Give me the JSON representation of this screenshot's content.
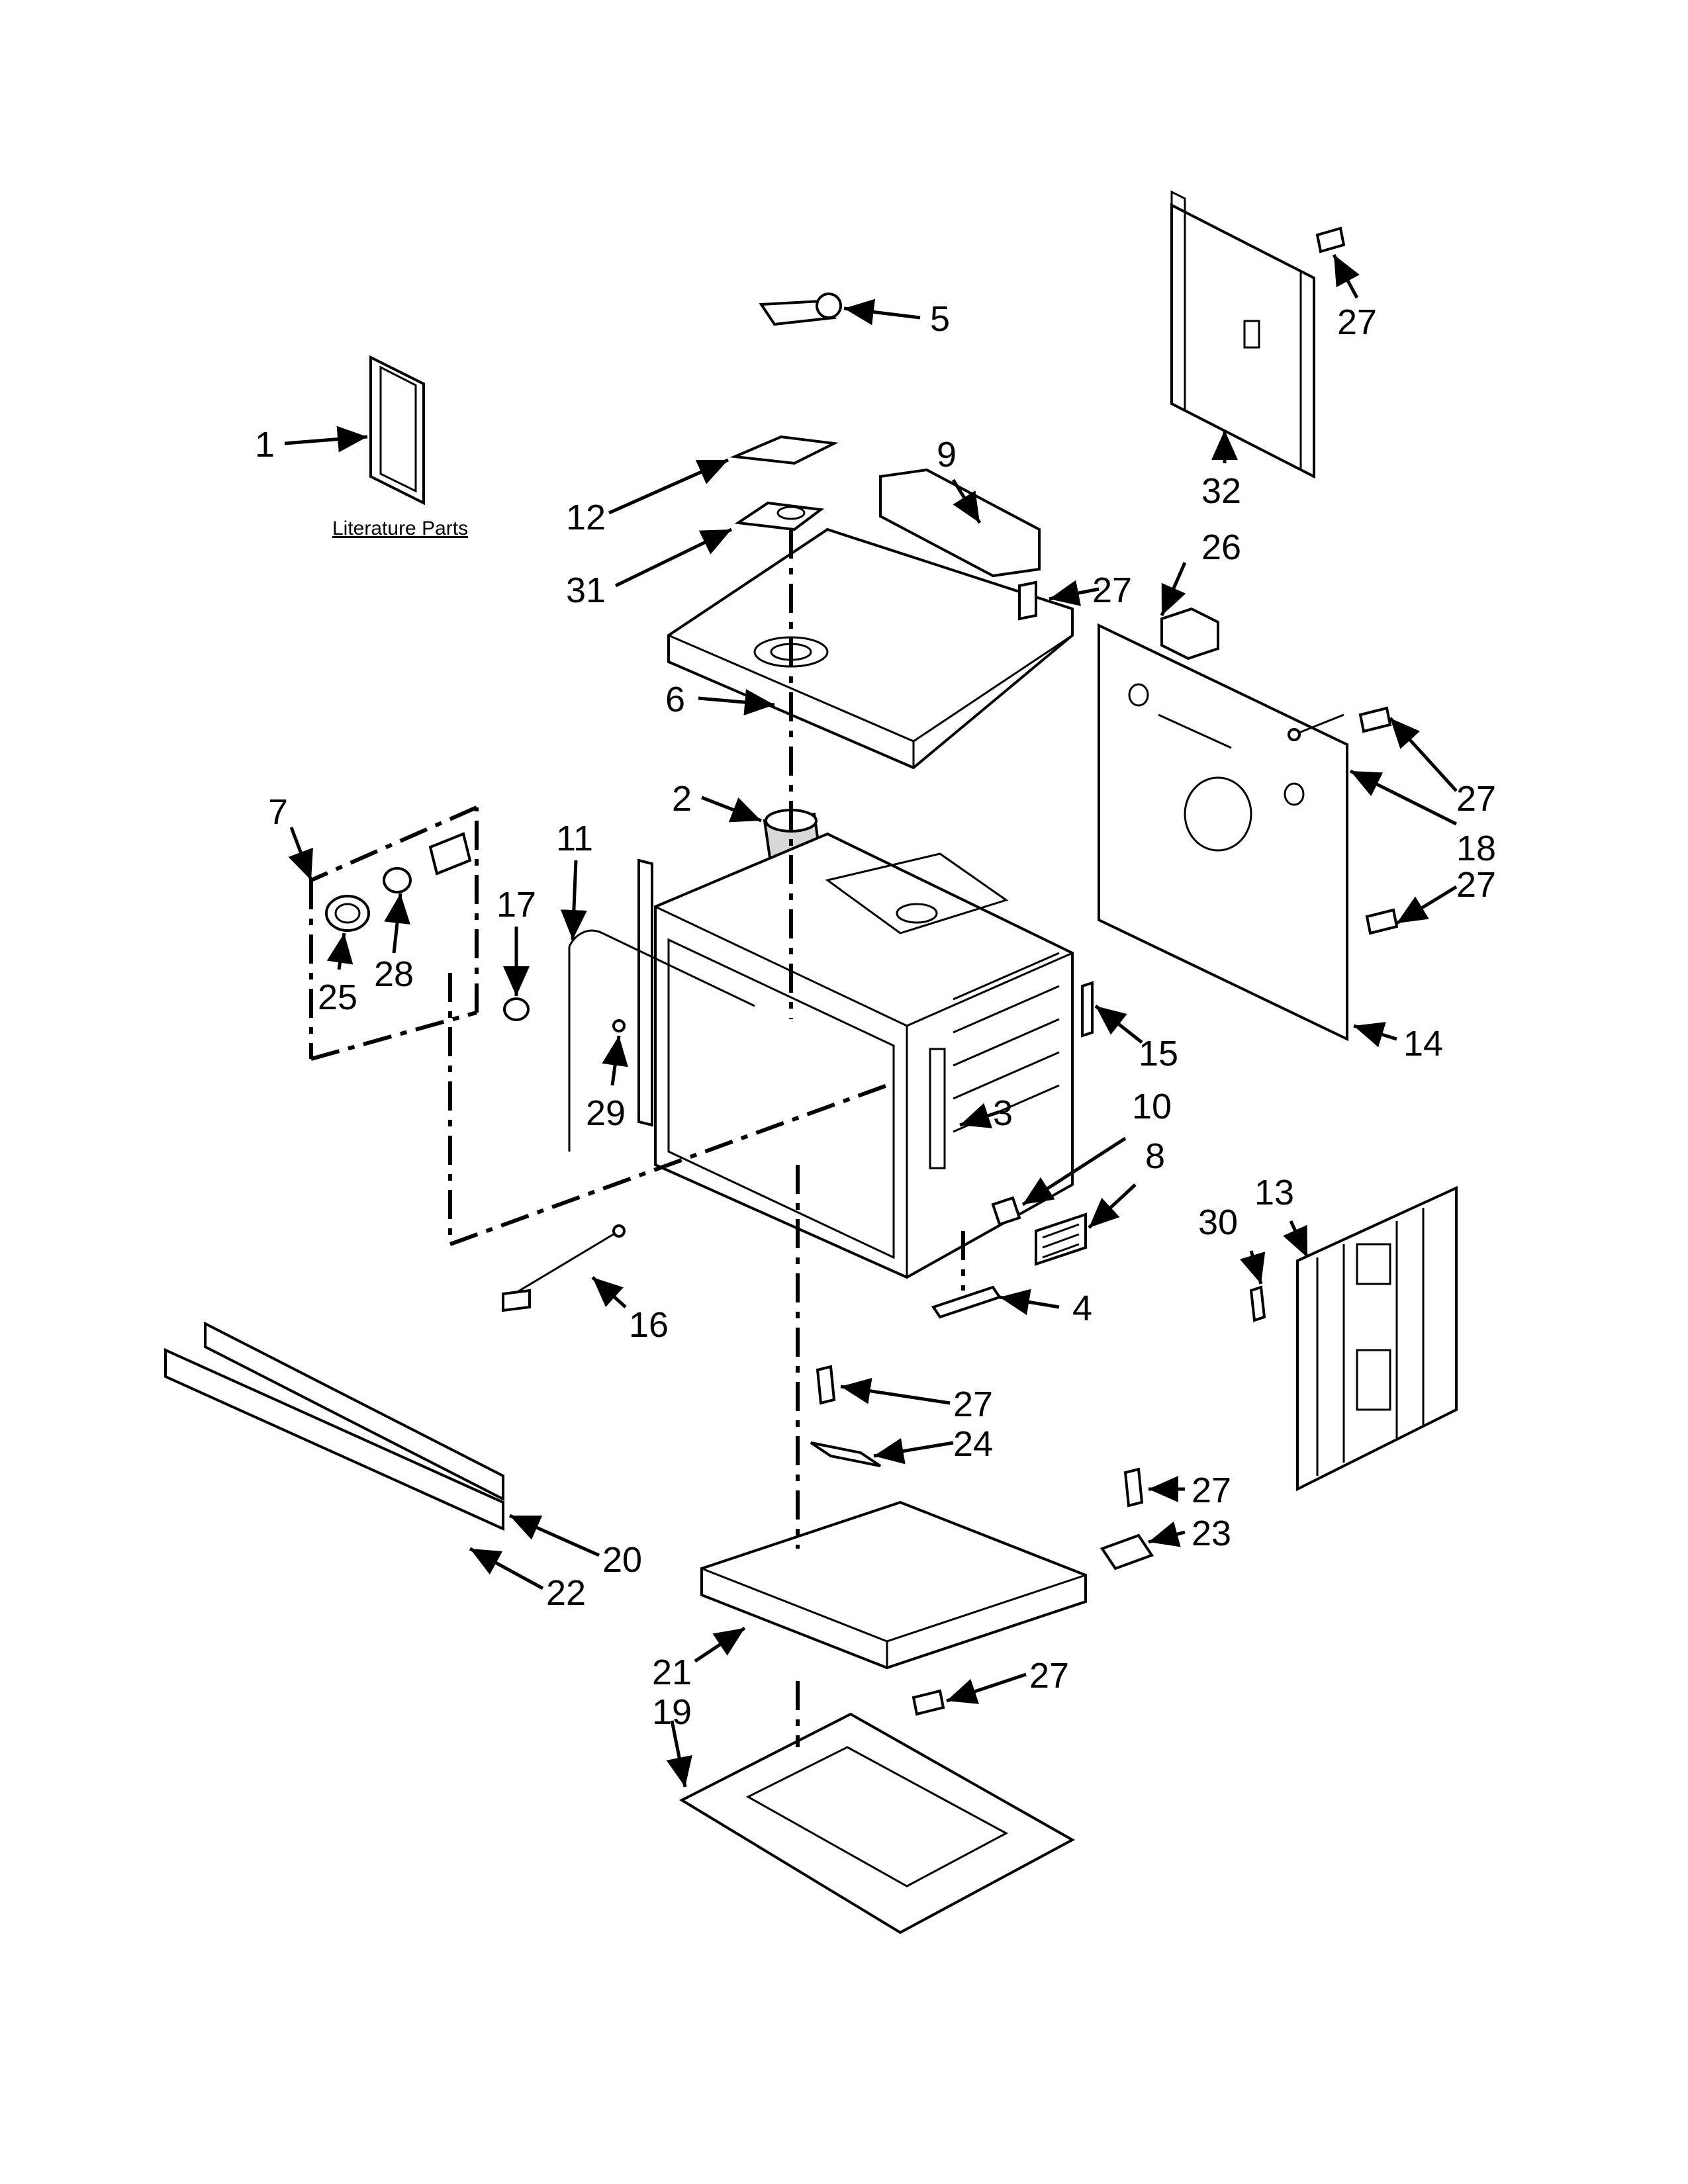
{
  "diagram": {
    "literature_caption": "Literature Parts",
    "callouts": {
      "c1": "1",
      "c2": "2",
      "c3": "3",
      "c4": "4",
      "c5": "5",
      "c6": "6",
      "c7": "7",
      "c8": "8",
      "c9": "9",
      "c10": "10",
      "c11": "11",
      "c12": "12",
      "c13": "13",
      "c14": "14",
      "c15": "15",
      "c16": "16",
      "c17": "17",
      "c18": "18",
      "c19": "19",
      "c20": "20",
      "c21": "21",
      "c22": "22",
      "c23": "23",
      "c24": "24",
      "c25": "25",
      "c26": "26",
      "c27": "27",
      "c28": "28",
      "c29": "29",
      "c30": "30",
      "c31": "31",
      "c32": "32"
    }
  }
}
